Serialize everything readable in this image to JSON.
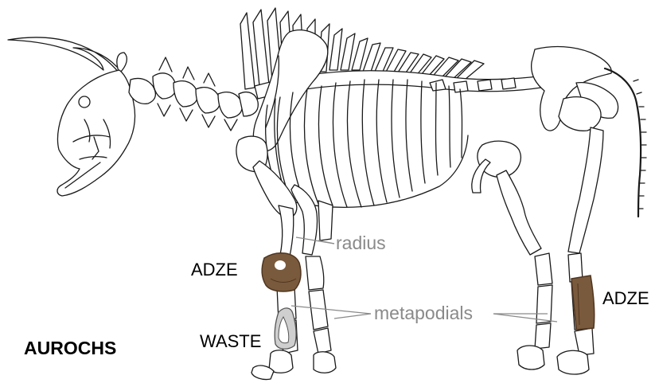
{
  "labels": {
    "title": "AUROCHS",
    "adze_left": "ADZE",
    "adze_right": "ADZE",
    "waste": "WASTE",
    "radius": "radius",
    "metapodials": "metapodials"
  },
  "colors": {
    "bone_line": "#1a1a1a",
    "leader_line": "#8a8a8a",
    "artifact_bone": "#7a5a3c",
    "artifact_dark": "#4e3520",
    "waste_fill": "#cfcfcf"
  }
}
